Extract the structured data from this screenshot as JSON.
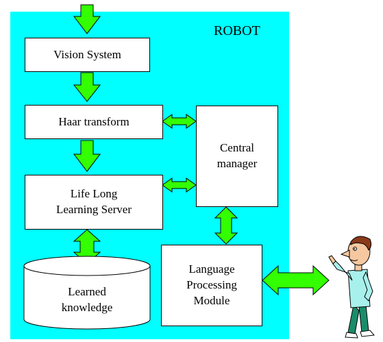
{
  "container_label": "ROBOT",
  "nodes": {
    "vision": "Vision System",
    "haar": "Haar transform",
    "life_long_line1": "Life Long",
    "life_long_line2": "Learning Server",
    "central_line1": "Central",
    "central_line2": "manager",
    "language_line1": "Language",
    "language_line2": "Processing",
    "language_line3": "Module",
    "knowledge_line1": "Learned",
    "knowledge_line2": "knowledge"
  },
  "colors": {
    "robot_background": "#00ffff",
    "arrow_fill": "#33ff00",
    "box_fill": "#ffffff"
  },
  "icons": [
    "person-pointing-icon"
  ]
}
